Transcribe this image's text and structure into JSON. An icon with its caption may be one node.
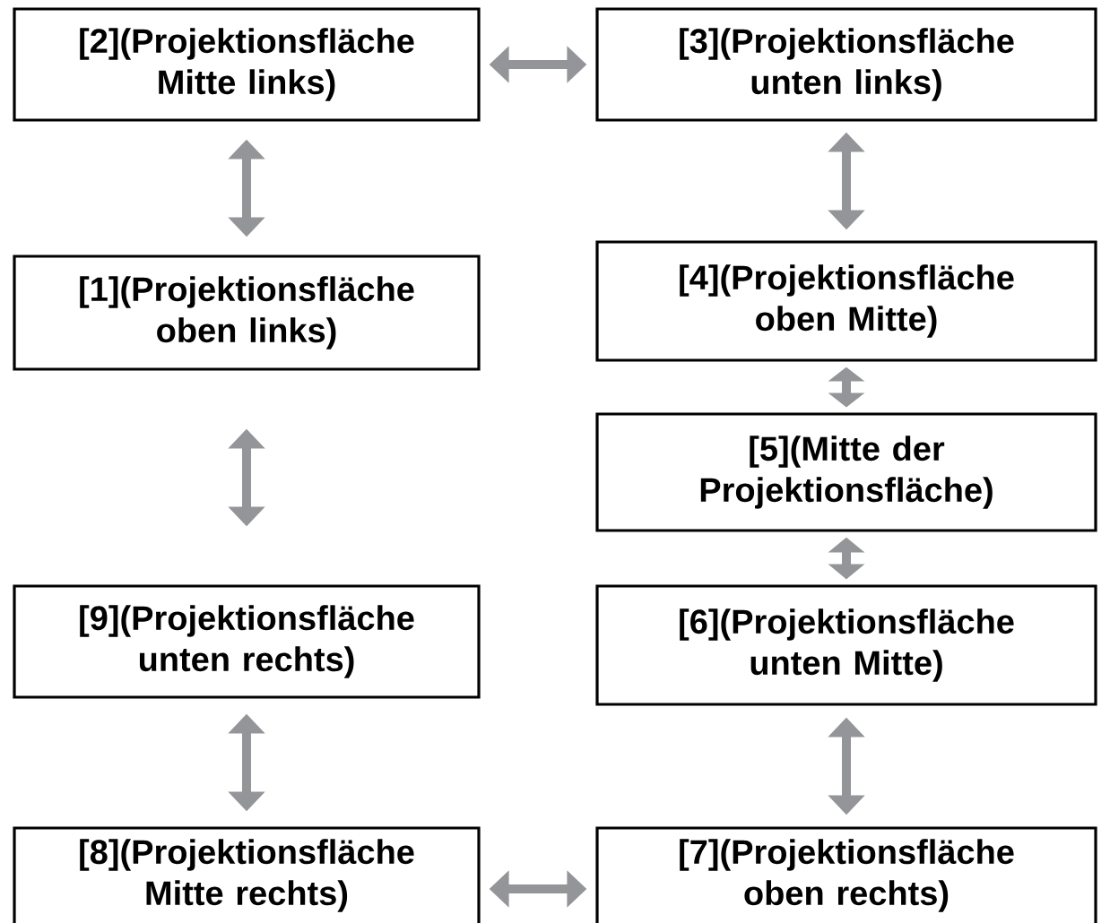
{
  "diagram": {
    "nodes": [
      {
        "text": [
          "[2](Projektionsfläche Mitte links)"
        ]
      },
      {
        "text": [
          "[3](Projektionsfläche unten links)"
        ]
      },
      {
        "text": [
          "[1](Projektionsfläche oben links)"
        ]
      },
      {
        "text": [
          "[4](Projektionsfläche oben Mitte)"
        ]
      },
      {
        "text": [
          "[5](Mitte der Projektionsfläche)"
        ]
      },
      {
        "text": [
          "[9](Projektionsfläche unten rechts)"
        ]
      },
      {
        "text": [
          "[6](Projektionsfläche unten Mitte)"
        ]
      },
      {
        "text": [
          "[8](Projektionsfläche Mitte rechts)"
        ]
      },
      {
        "text": [
          "[7](Projektionsfläche oben rechts)"
        ]
      }
    ],
    "edges": [
      {
        "from": 0,
        "to": 1,
        "arrow": "both"
      },
      {
        "from": 0,
        "to": 2,
        "arrow": "both"
      },
      {
        "from": 1,
        "to": 3,
        "arrow": "both"
      },
      {
        "from": 3,
        "to": 4,
        "arrow": "both"
      },
      {
        "from": 2,
        "to": 5,
        "arrow": "both"
      },
      {
        "from": 4,
        "to": 6,
        "arrow": "both"
      },
      {
        "from": 5,
        "to": 7,
        "arrow": "both"
      },
      {
        "from": 6,
        "to": 8,
        "arrow": "both"
      },
      {
        "from": 7,
        "to": 8,
        "arrow": "both"
      }
    ]
  }
}
